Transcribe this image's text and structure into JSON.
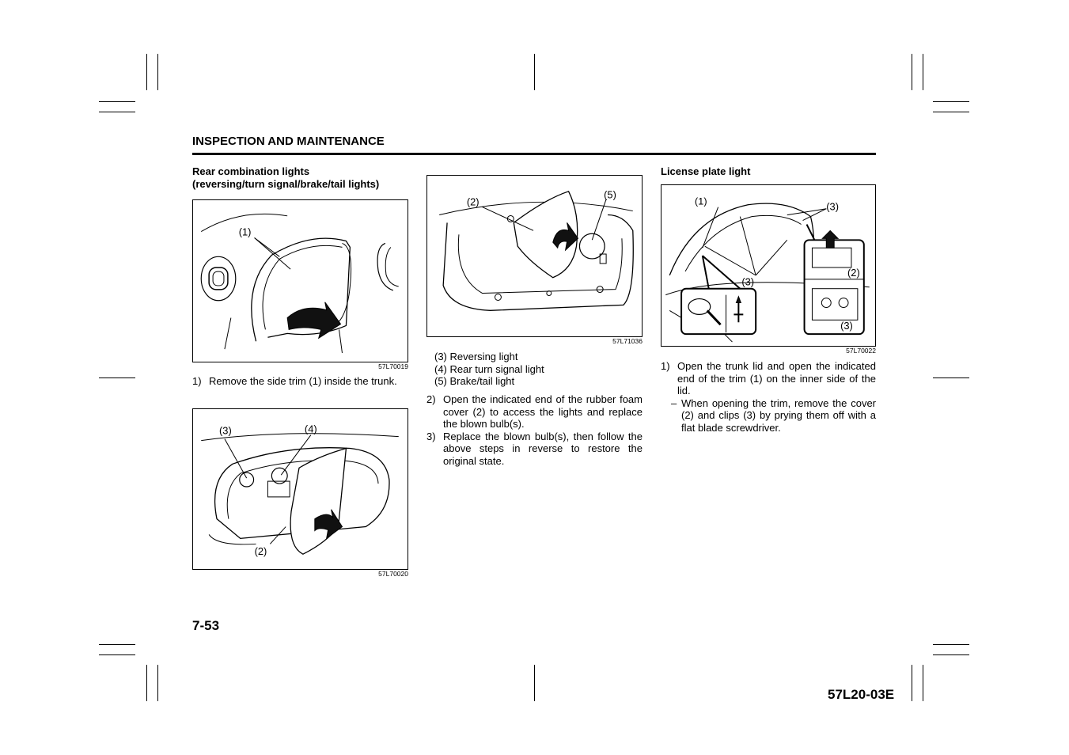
{
  "header": {
    "section_title": "INSPECTION AND MAINTENANCE"
  },
  "rear_lights": {
    "heading_line1": "Rear combination lights",
    "heading_line2": "(reversing/turn signal/brake/tail lights)",
    "figure1": {
      "code": "57L70019",
      "callouts": [
        "(1)"
      ]
    },
    "step1": {
      "num": "1)",
      "text": "Remove the side trim (1) inside the trunk."
    },
    "figure2": {
      "code": "57L70020",
      "callouts": [
        "(3)",
        "(4)",
        "(2)"
      ]
    },
    "figure3": {
      "code": "57L71036",
      "callouts": [
        "(2)",
        "(5)"
      ]
    },
    "legend": [
      "(3) Reversing light",
      "(4) Rear turn signal light",
      "(5) Brake/tail light"
    ],
    "step2": {
      "num": "2)",
      "text": "Open the indicated end of the rubber foam cover (2) to access the lights and replace the blown bulb(s)."
    },
    "step3": {
      "num": "3)",
      "text": "Replace the blown bulb(s), then follow the above steps in reverse to restore the original state."
    }
  },
  "license_plate": {
    "heading": "License plate light",
    "figure": {
      "code": "57L70022",
      "callouts": [
        "(1)",
        "(3)",
        "(2)",
        "(3)",
        "(3)"
      ]
    },
    "step1": {
      "num": "1)",
      "text": "Open the trunk lid and open the indicated end of the trim (1) on the inner side of the lid."
    },
    "sub1": {
      "dash": "–",
      "text": "When opening the trim, remove the cover (2) and clips (3) by prying them off with a flat blade screwdriver."
    }
  },
  "footer": {
    "page_number": "7-53",
    "doc_code": "57L20-03E"
  }
}
